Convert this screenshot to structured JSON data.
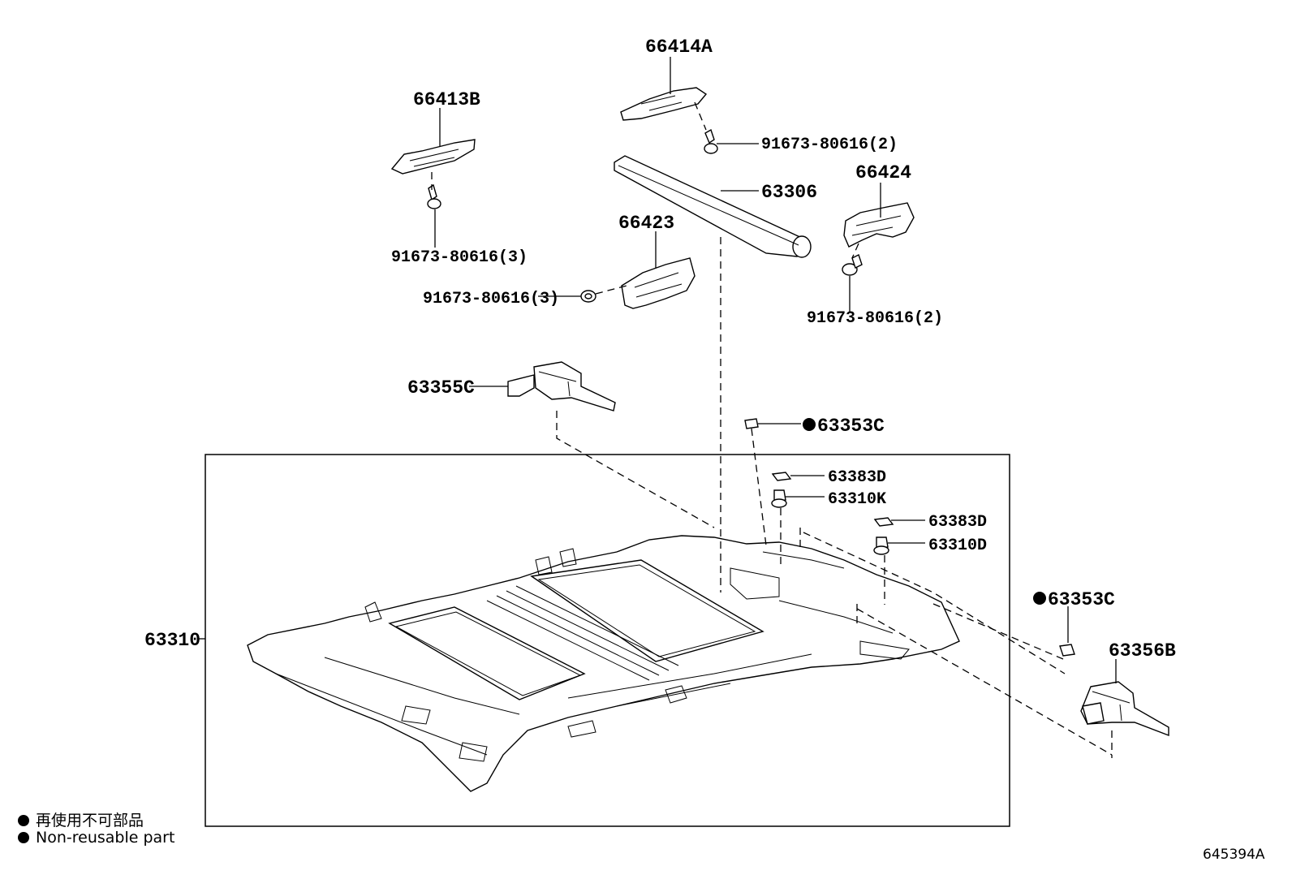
{
  "labels": {
    "p66414A": "66414A",
    "p66413B": "66413B",
    "p91673_2_top": "91673-80616(2)",
    "p63306": "63306",
    "p66424": "66424",
    "p66423": "66423",
    "p91673_3_left": "91673-80616(3)",
    "p91673_3_mid": "91673-80616(3)",
    "p91673_2_right": "91673-80616(2)",
    "p63355C": "63355C",
    "p63353C_upper": "63353C",
    "p63383D_left": "63383D",
    "p63310K": "63310K",
    "p63383D_right": "63383D",
    "p63310D": "63310D",
    "p63353C_lower": "63353C",
    "p63356B": "63356B",
    "p63310": "63310"
  },
  "legend": {
    "jp": "再使用不可部品",
    "en": "Non-reusable part"
  },
  "diagram_id": "645394A"
}
